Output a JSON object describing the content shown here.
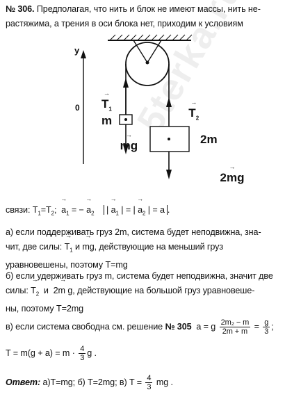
{
  "header": {
    "number": "№ 306.",
    "line1": "Предполагая, что нить и блок не имеют массы, нить не-",
    "line2": "растяжима, а трения в оси блока нет, приходим к условиям"
  },
  "figure": {
    "axis_y": "y",
    "origin": "0",
    "t1": "T",
    "t1_sub": "1",
    "t2": "T",
    "t2_sub": "2",
    "m_label": "m",
    "mg_label": "mg",
    "two_m_label": "2m",
    "two_mg_label": "2mg"
  },
  "watermark": "5terka.ru",
  "relations": {
    "lead": "связи: T",
    "eq1": "=T",
    "sep": ";",
    "a1": "a",
    "eq_minus": "= −",
    "a2": "a",
    "eq_a": "= a",
    "end": "."
  },
  "part_a": {
    "line1": "а) если поддерживать груз 2m, система будет неподвижна, зна-",
    "line2_pre": "чит, две силы:",
    "and": "и",
    "mg": "mg",
    "line2_post": ", действующие на меньший груз",
    "line3": "уравновешены, поэтому T=mg"
  },
  "part_b": {
    "line1": "б) если удерживать груз m, система будет неподвижна, значит две",
    "line2_pre": "силы:",
    "and": "и",
    "two_mg": "2m g",
    "line2_post": ", действующие на большой груз уравновеше-",
    "line3": "ны, поэтому  T=2mg"
  },
  "part_c": {
    "text": "в) если система свободна см. решение",
    "ref": "№ 305",
    "a_eq": "a = g",
    "frac_num": "2m₂ − m",
    "frac_den": "2m + m",
    "eq": "=",
    "g": "g",
    "three": "3",
    "semi": ";"
  },
  "tension": {
    "pre": "T = m(g + a) = m ·",
    "num": "4",
    "den": "3",
    "post": "g ."
  },
  "answer": {
    "label": "Ответ:",
    "text": "а)T=mg; б) T=2mg; в) T =",
    "num": "4",
    "den": "3",
    "post": "mg ."
  }
}
